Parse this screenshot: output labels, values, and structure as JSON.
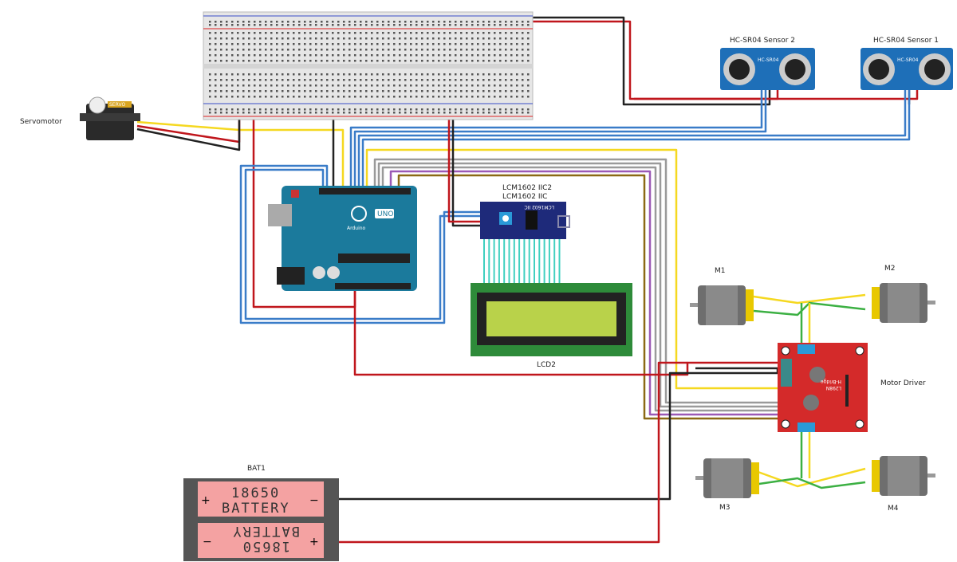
{
  "labels": {
    "servo": "Servomotor",
    "sensor2": "HC-SR04 Sensor 2",
    "sensor1": "HC-SR04 Sensor 1",
    "i2c_a": "LCM1602 IIC2",
    "i2c_b": "LCM1602 IIC",
    "lcd": "LCD2",
    "m1": "M1",
    "m2": "M2",
    "m3": "M3",
    "m4": "M4",
    "driver": "Motor Driver",
    "battery": "BAT1"
  },
  "parts": {
    "servo_text": "SERVO",
    "sensor_text": "HC-SR04",
    "arduino_brand": "Arduino",
    "arduino_model": "UNO",
    "i2c_text": "LCM1602 IIC",
    "driver_text": "L298N",
    "driver_text2": "H-Bridge",
    "battery_model": "18650",
    "battery_word": "BATTERY",
    "plus": "+",
    "minus": "−"
  },
  "colors": {
    "red": "#c0161c",
    "black": "#222222",
    "blue": "#3a7cc8",
    "yellow": "#f5d820",
    "green": "#3cb043",
    "gray": "#9a9a9a",
    "purple": "#9b59b6",
    "brown": "#8b6914",
    "cyan": "#40d0c0"
  }
}
